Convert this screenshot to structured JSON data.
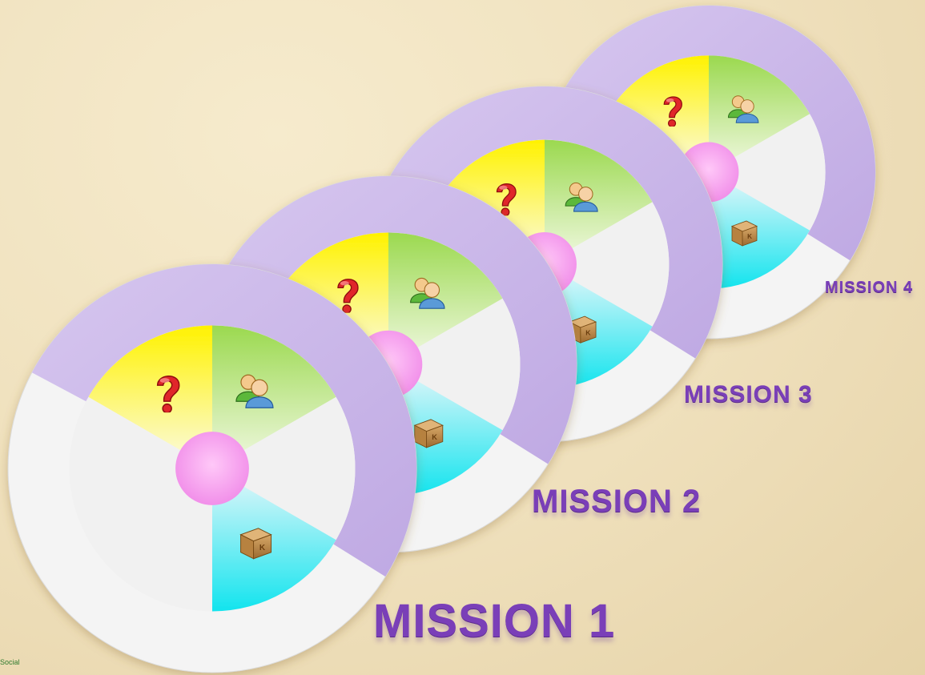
{
  "missions": [
    {
      "label": "MISSION  4"
    },
    {
      "label": "MISSION  3"
    },
    {
      "label": "MISSION  2"
    },
    {
      "label": "MISSION  1"
    }
  ],
  "segments": [
    {
      "name": "question",
      "icon": "question-mark-icon",
      "color": "#fff200"
    },
    {
      "name": "social",
      "icon": "users-icon",
      "color": "#9bd94f"
    },
    {
      "name": "empty",
      "icon": "",
      "color": "#eeeeee"
    },
    {
      "name": "package",
      "icon": "package-box-icon",
      "color": "#18e6ee"
    }
  ],
  "colors": {
    "outer_ring": "#c9b6e8",
    "center_hub": "#f7a6f2",
    "mission_text": "#7a3fb8"
  },
  "footer": {
    "text": "Social"
  }
}
